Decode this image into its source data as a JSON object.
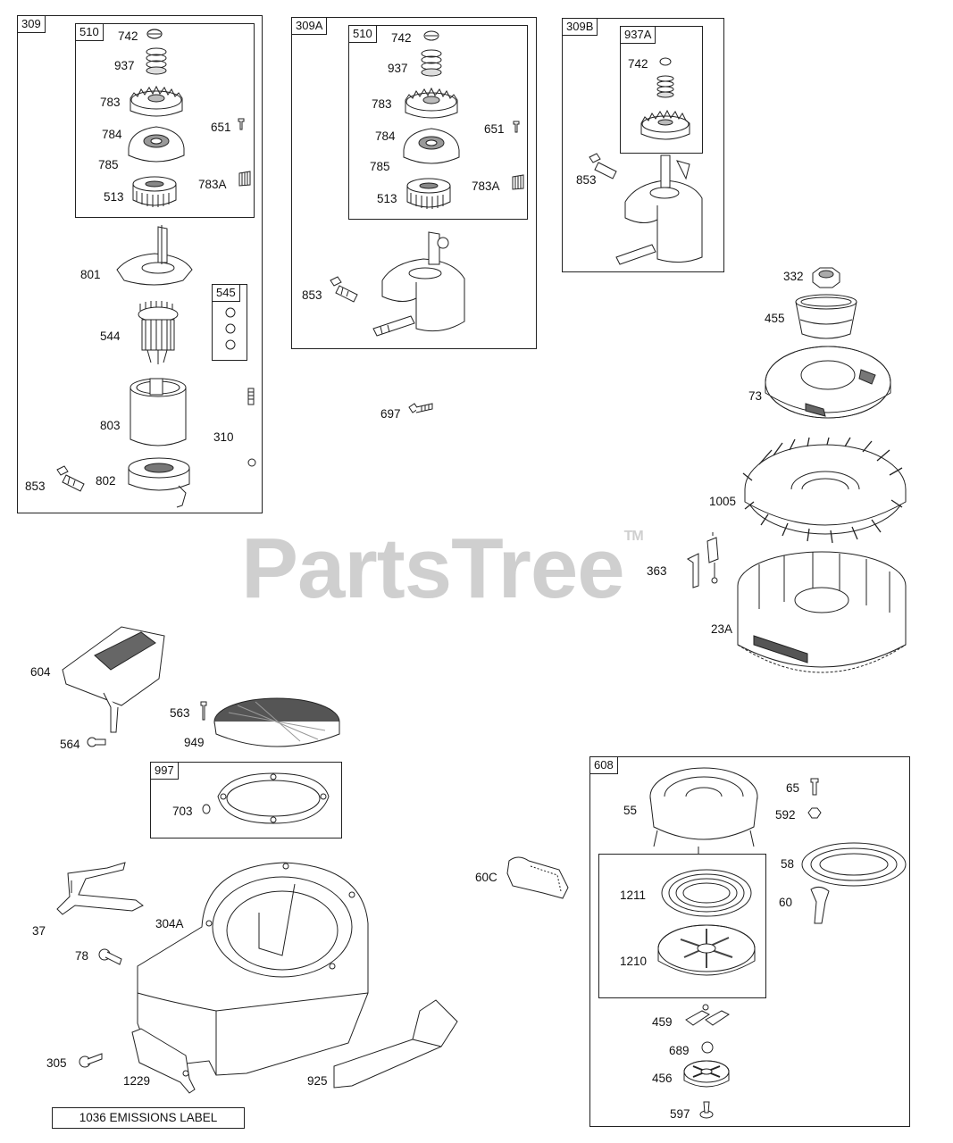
{
  "watermark": {
    "text": "PartsTree",
    "mark": "TM"
  },
  "groups": {
    "g309": "309",
    "g510a": "510",
    "g545": "545",
    "g309A": "309A",
    "g510b": "510",
    "g309B": "309B",
    "g937A": "937A",
    "g997": "997",
    "g608": "608"
  },
  "labels": {
    "l742a": "742",
    "l937a": "937",
    "l783a": "783",
    "l784a": "784",
    "l785a": "785",
    "l513a": "513",
    "l651a": "651",
    "l783Aa": "783A",
    "l801": "801",
    "l544": "544",
    "l803": "803",
    "l310": "310",
    "l853a": "853",
    "l802": "802",
    "l742b": "742",
    "l937b": "937",
    "l783b": "783",
    "l784b": "784",
    "l785b": "785",
    "l513b": "513",
    "l651b": "651",
    "l783Ab": "783A",
    "l853b": "853",
    "l742c": "742",
    "l853c": "853",
    "l697": "697",
    "l332": "332",
    "l455": "455",
    "l73": "73",
    "l1005": "1005",
    "l363": "363",
    "l23A": "23A",
    "l604": "604",
    "l564": "564",
    "l563": "563",
    "l949": "949",
    "l703": "703",
    "l37": "37",
    "l304A": "304A",
    "l78": "78",
    "l305": "305",
    "l1229": "1229",
    "l925": "925",
    "l60C": "60C",
    "l55": "55",
    "l65": "65",
    "l592": "592",
    "l58": "58",
    "l60": "60",
    "l1211": "1211",
    "l1210": "1210",
    "l459": "459",
    "l689": "689",
    "l456": "456",
    "l597": "597"
  },
  "emissions_label": "1036 EMISSIONS LABEL"
}
